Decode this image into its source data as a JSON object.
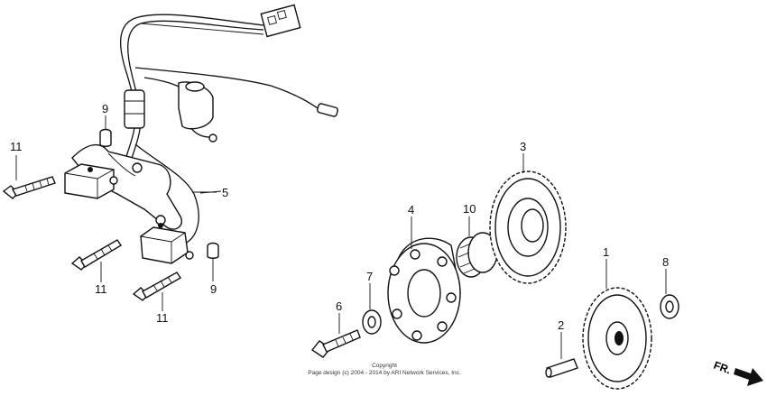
{
  "callouts": {
    "c1": "1",
    "c2": "2",
    "c3": "3",
    "c4": "4",
    "c5": "5",
    "c6": "6",
    "c7": "7",
    "c8": "8",
    "c9a": "9",
    "c9b": "9",
    "c10": "10",
    "c11a": "11",
    "c11b": "11",
    "c11c": "11"
  },
  "copyright": {
    "line1": "Copyright",
    "line2": "Page design (c) 2004 - 2014 by ARI Network Services, Inc."
  },
  "direction": {
    "label": "FR."
  }
}
